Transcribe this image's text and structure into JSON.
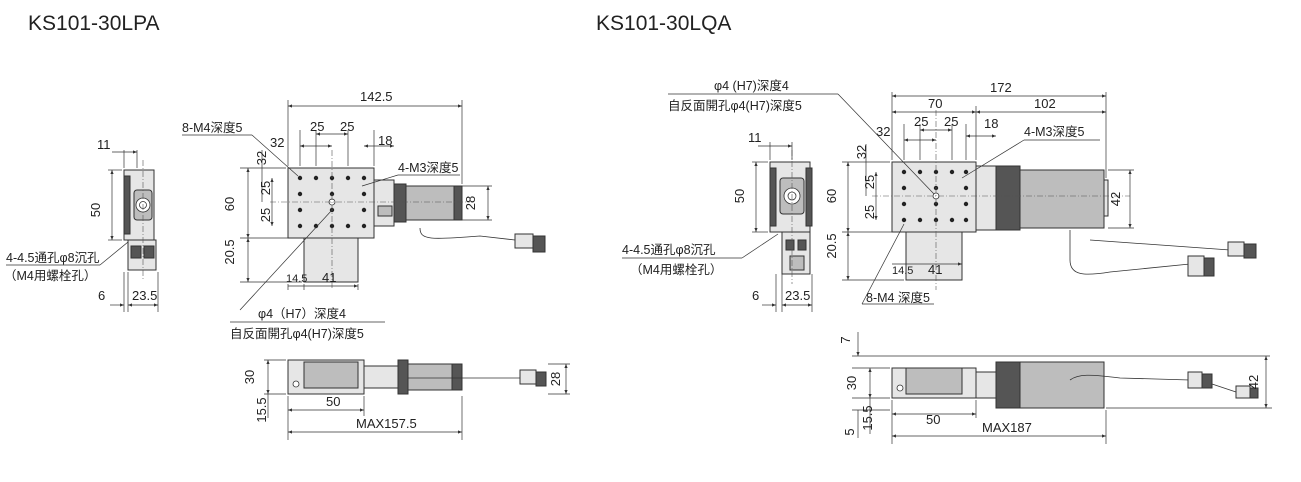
{
  "left": {
    "title": "KS101-30LPA",
    "dims": {
      "d11": "11",
      "d50": "50",
      "d6": "6",
      "d23_5": "23.5",
      "d142_5": "142.5",
      "d32": "32",
      "d25a": "25",
      "d25b": "25",
      "d18": "18",
      "v32": "32",
      "v25a": "25",
      "v25b": "25",
      "v60": "60",
      "v20_5": "20.5",
      "d28": "28",
      "d14_5": "14.5",
      "d41": "41",
      "b30": "30",
      "b15_5": "15.5",
      "b50": "50",
      "b28": "28",
      "bmax": "MAX157.5"
    },
    "notes": {
      "m4": "8-M4深度5",
      "m3": "4-M3深度5",
      "through": "4-4.5通孔φ8沉孔",
      "bolt": "（M4用螺栓孔）",
      "phi_a": "φ4（H7）深度4",
      "phi_b": "自反面開孔φ4(H7)深度5"
    }
  },
  "right": {
    "title": "KS101-30LQA",
    "dims": {
      "d11": "11",
      "d50": "50",
      "d6": "6",
      "d23_5": "23.5",
      "d172": "172",
      "d70": "70",
      "d102": "102",
      "d32": "32",
      "d25a": "25",
      "d25b": "25",
      "d18": "18",
      "v32": "32",
      "v25a": "25",
      "v25b": "25",
      "v60": "60",
      "v20_5": "20.5",
      "d42": "42",
      "d14_5": "14.5",
      "d41": "41",
      "b7": "7",
      "b30": "30",
      "b15_5": "15.5",
      "b5": "5",
      "b50": "50",
      "b42": "42",
      "bmax": "MAX187"
    },
    "notes": {
      "phi_a": "φ4 (H7)深度4",
      "phi_b": "自反面開孔φ4(H7)深度5",
      "m3": "4-M3深度5",
      "through": "4-4.5通孔φ8沉孔",
      "bolt": "（M4用螺栓孔）",
      "m4": "8-M4 深度5"
    }
  }
}
